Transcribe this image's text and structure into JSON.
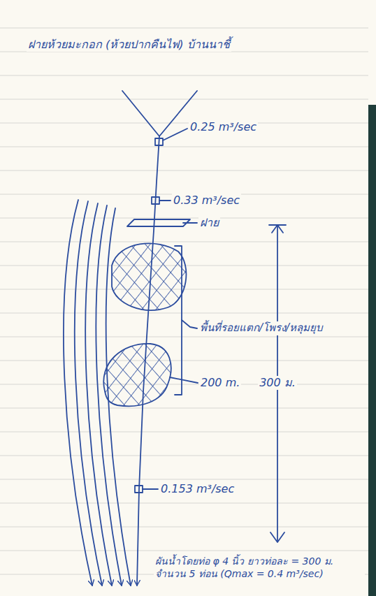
{
  "diagram": {
    "title": "ฝายห้วยมะกอก (ห้วยปากคืนไฟ) บ้านนาชี้",
    "labels": [
      "0.25 m³/sec",
      "0.33 m³/sec",
      "ฝาย",
      "พื้นที่รอยแตก/โพรง/หลุมยุบ",
      "200 m.",
      "300 ม.",
      "0.153 m³/sec",
      "ผันน้ำโดยท่อ φ 4 นิ้ว ยาวท่อละ = 300 ม. จำนวน 5 ท่อน (Qmax = 0.4 m³/sec)"
    ]
  }
}
